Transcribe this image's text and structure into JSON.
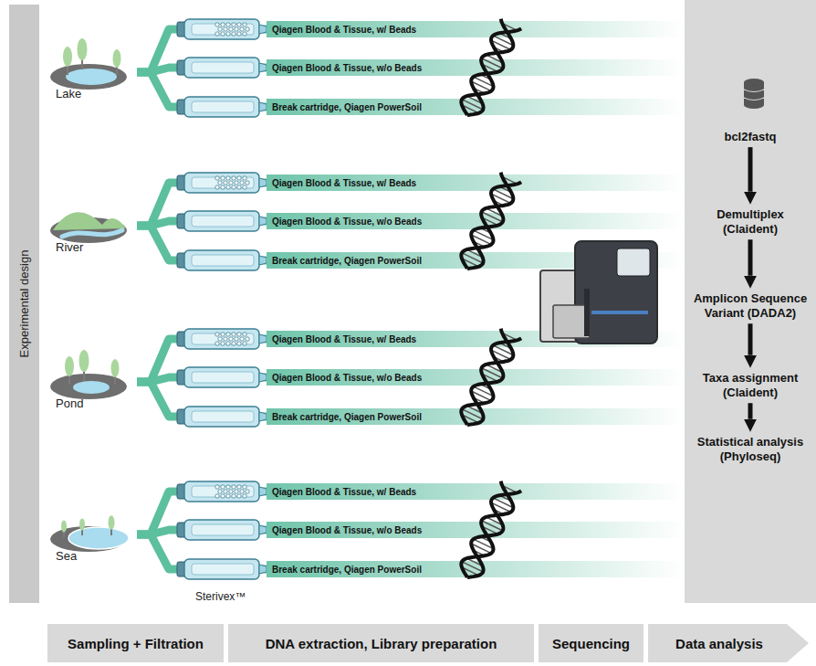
{
  "diagram": {
    "nodes": [
      {
        "text": [
          "Experimental design"
        ]
      },
      {
        "text": [
          "Lake"
        ]
      },
      {
        "text": [
          "Qiagen Blood & Tissue, w/ Beads"
        ]
      },
      {
        "text": [
          "Qiagen Blood & Tissue, w/o Beads"
        ]
      },
      {
        "text": [
          "Break cartridge, Qiagen PowerSoil"
        ]
      },
      {
        "text": [
          "River"
        ]
      },
      {
        "text": [
          "Qiagen Blood & Tissue, w/ Beads"
        ]
      },
      {
        "text": [
          "Qiagen Blood & Tissue, w/o Beads"
        ]
      },
      {
        "text": [
          "Break cartridge, Qiagen PowerSoil"
        ]
      },
      {
        "text": [
          "Pond"
        ]
      },
      {
        "text": [
          "Qiagen Blood & Tissue, w/ Beads"
        ]
      },
      {
        "text": [
          "Qiagen Blood & Tissue, w/o Beads"
        ]
      },
      {
        "text": [
          "Break cartridge, Qiagen PowerSoil"
        ]
      },
      {
        "text": [
          "Sea"
        ]
      },
      {
        "text": [
          "Qiagen Blood & Tissue, w/ Beads"
        ]
      },
      {
        "text": [
          "Qiagen Blood & Tissue, w/o Beads"
        ]
      },
      {
        "text": [
          "Break cartridge, Qiagen PowerSoil"
        ]
      },
      {
        "text": [
          "bcl2fastq"
        ]
      },
      {
        "text": [
          "Demultiplex (Claident)"
        ]
      },
      {
        "text": [
          "Amplicon Sequence Variant (DADA2)"
        ]
      },
      {
        "text": [
          "Taxa assignment (Claident)"
        ]
      },
      {
        "text": [
          "Statistical analysis (Phyloseq)"
        ]
      },
      {
        "text": [
          "Sampling + Filtration"
        ]
      },
      {
        "text": [
          "DNA extraction, Library preparation"
        ]
      },
      {
        "text": [
          "Sequencing"
        ]
      },
      {
        "text": [
          "Data analysis"
        ]
      }
    ],
    "edges": [
      {
        "from": 1,
        "to": 2,
        "arrow": "none"
      },
      {
        "from": 1,
        "to": 3,
        "arrow": "none"
      },
      {
        "from": 1,
        "to": 4,
        "arrow": "none"
      },
      {
        "from": 5,
        "to": 6,
        "arrow": "none"
      },
      {
        "from": 5,
        "to": 7,
        "arrow": "none"
      },
      {
        "from": 5,
        "to": 8,
        "arrow": "none"
      },
      {
        "from": 9,
        "to": 10,
        "arrow": "none"
      },
      {
        "from": 9,
        "to": 11,
        "arrow": "none"
      },
      {
        "from": 9,
        "to": 12,
        "arrow": "none"
      },
      {
        "from": 13,
        "to": 14,
        "arrow": "none"
      },
      {
        "from": 13,
        "to": 15,
        "arrow": "none"
      },
      {
        "from": 13,
        "to": 16,
        "arrow": "none"
      },
      {
        "from": 17,
        "to": 18,
        "arrow": "to"
      },
      {
        "from": 18,
        "to": 19,
        "arrow": "to"
      },
      {
        "from": 19,
        "to": 20,
        "arrow": "to"
      },
      {
        "from": 20,
        "to": 21,
        "arrow": "to"
      }
    ],
    "labels": [
      "Sterivex™"
    ]
  }
}
